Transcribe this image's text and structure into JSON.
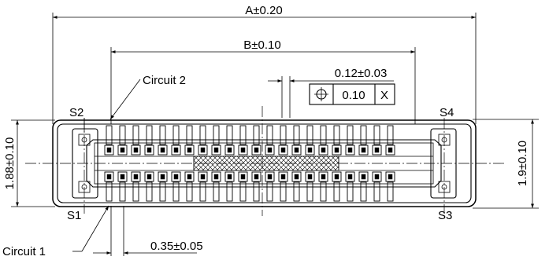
{
  "dimensions": {
    "overall_length": "A±0.20",
    "pitch_span": "B±0.10",
    "position_tolerance": "0.12±0.03",
    "left_height": "1.88±0.10",
    "right_height": "1.9±0.10",
    "terminal_pitch": "0.35±0.05"
  },
  "tolerance_frame": {
    "symbol": "⌖",
    "value": "0.10",
    "datum": "X"
  },
  "labels": {
    "circuit_2": "Circuit 2",
    "circuit_1": "Circuit 1",
    "s1": "S1",
    "s2": "S2",
    "s3": "S3",
    "s4": "S4"
  },
  "pin_columns": 22
}
